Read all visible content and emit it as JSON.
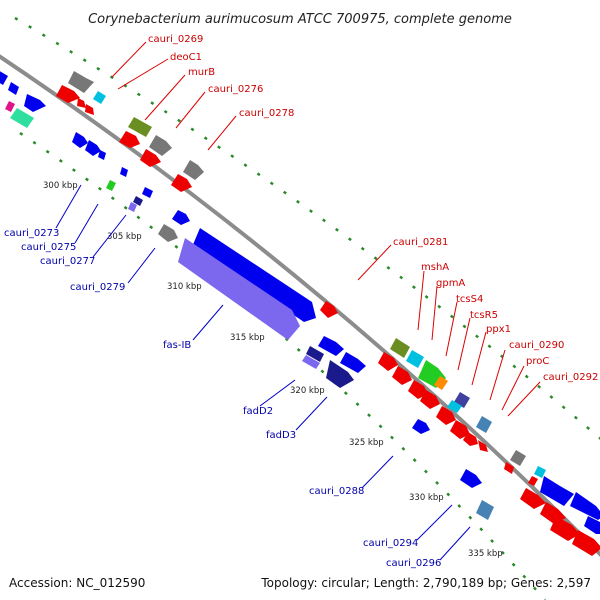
{
  "title": "Corynebacterium aurimucosum ATCC 700975, complete genome",
  "footer": {
    "accession": "Accession: NC_012590",
    "summary": "Topology: circular; Length: 2,790,189 bp; Genes: 2,597"
  },
  "ticks": [
    "300 kbp",
    "305 kbp",
    "310 kbp",
    "315 kbp",
    "320 kbp",
    "325 kbp",
    "330 kbp",
    "335 kbp"
  ],
  "labels_top": [
    "cauri_0269",
    "deoC1",
    "murB",
    "cauri_0276",
    "cauri_0278",
    "cauri_0281",
    "mshA",
    "gpmA",
    "tcsS4",
    "tcsR5",
    "ppx1",
    "cauri_0290",
    "proC",
    "cauri_0292"
  ],
  "labels_bottom": [
    "cauri_0273",
    "cauri_0275",
    "cauri_0277",
    "cauri_0279",
    "fas-IB",
    "fadD2",
    "fadD3",
    "cauri_0288",
    "cauri_0294",
    "cauri_0296"
  ],
  "colors": {
    "red": "#ee0000",
    "blue": "#0000ee",
    "lavender": "#7b68ee",
    "navy": "#1a1a8c",
    "gray": "#777777",
    "olive": "#6b8e23",
    "cyan": "#00c0e0",
    "green": "#22cc22",
    "orange": "#ff8c00",
    "teal": "#2fdfa0",
    "magenta": "#e0158a",
    "steel": "#4682b4",
    "backbone": "#999999",
    "tick_green": "#228b22"
  }
}
